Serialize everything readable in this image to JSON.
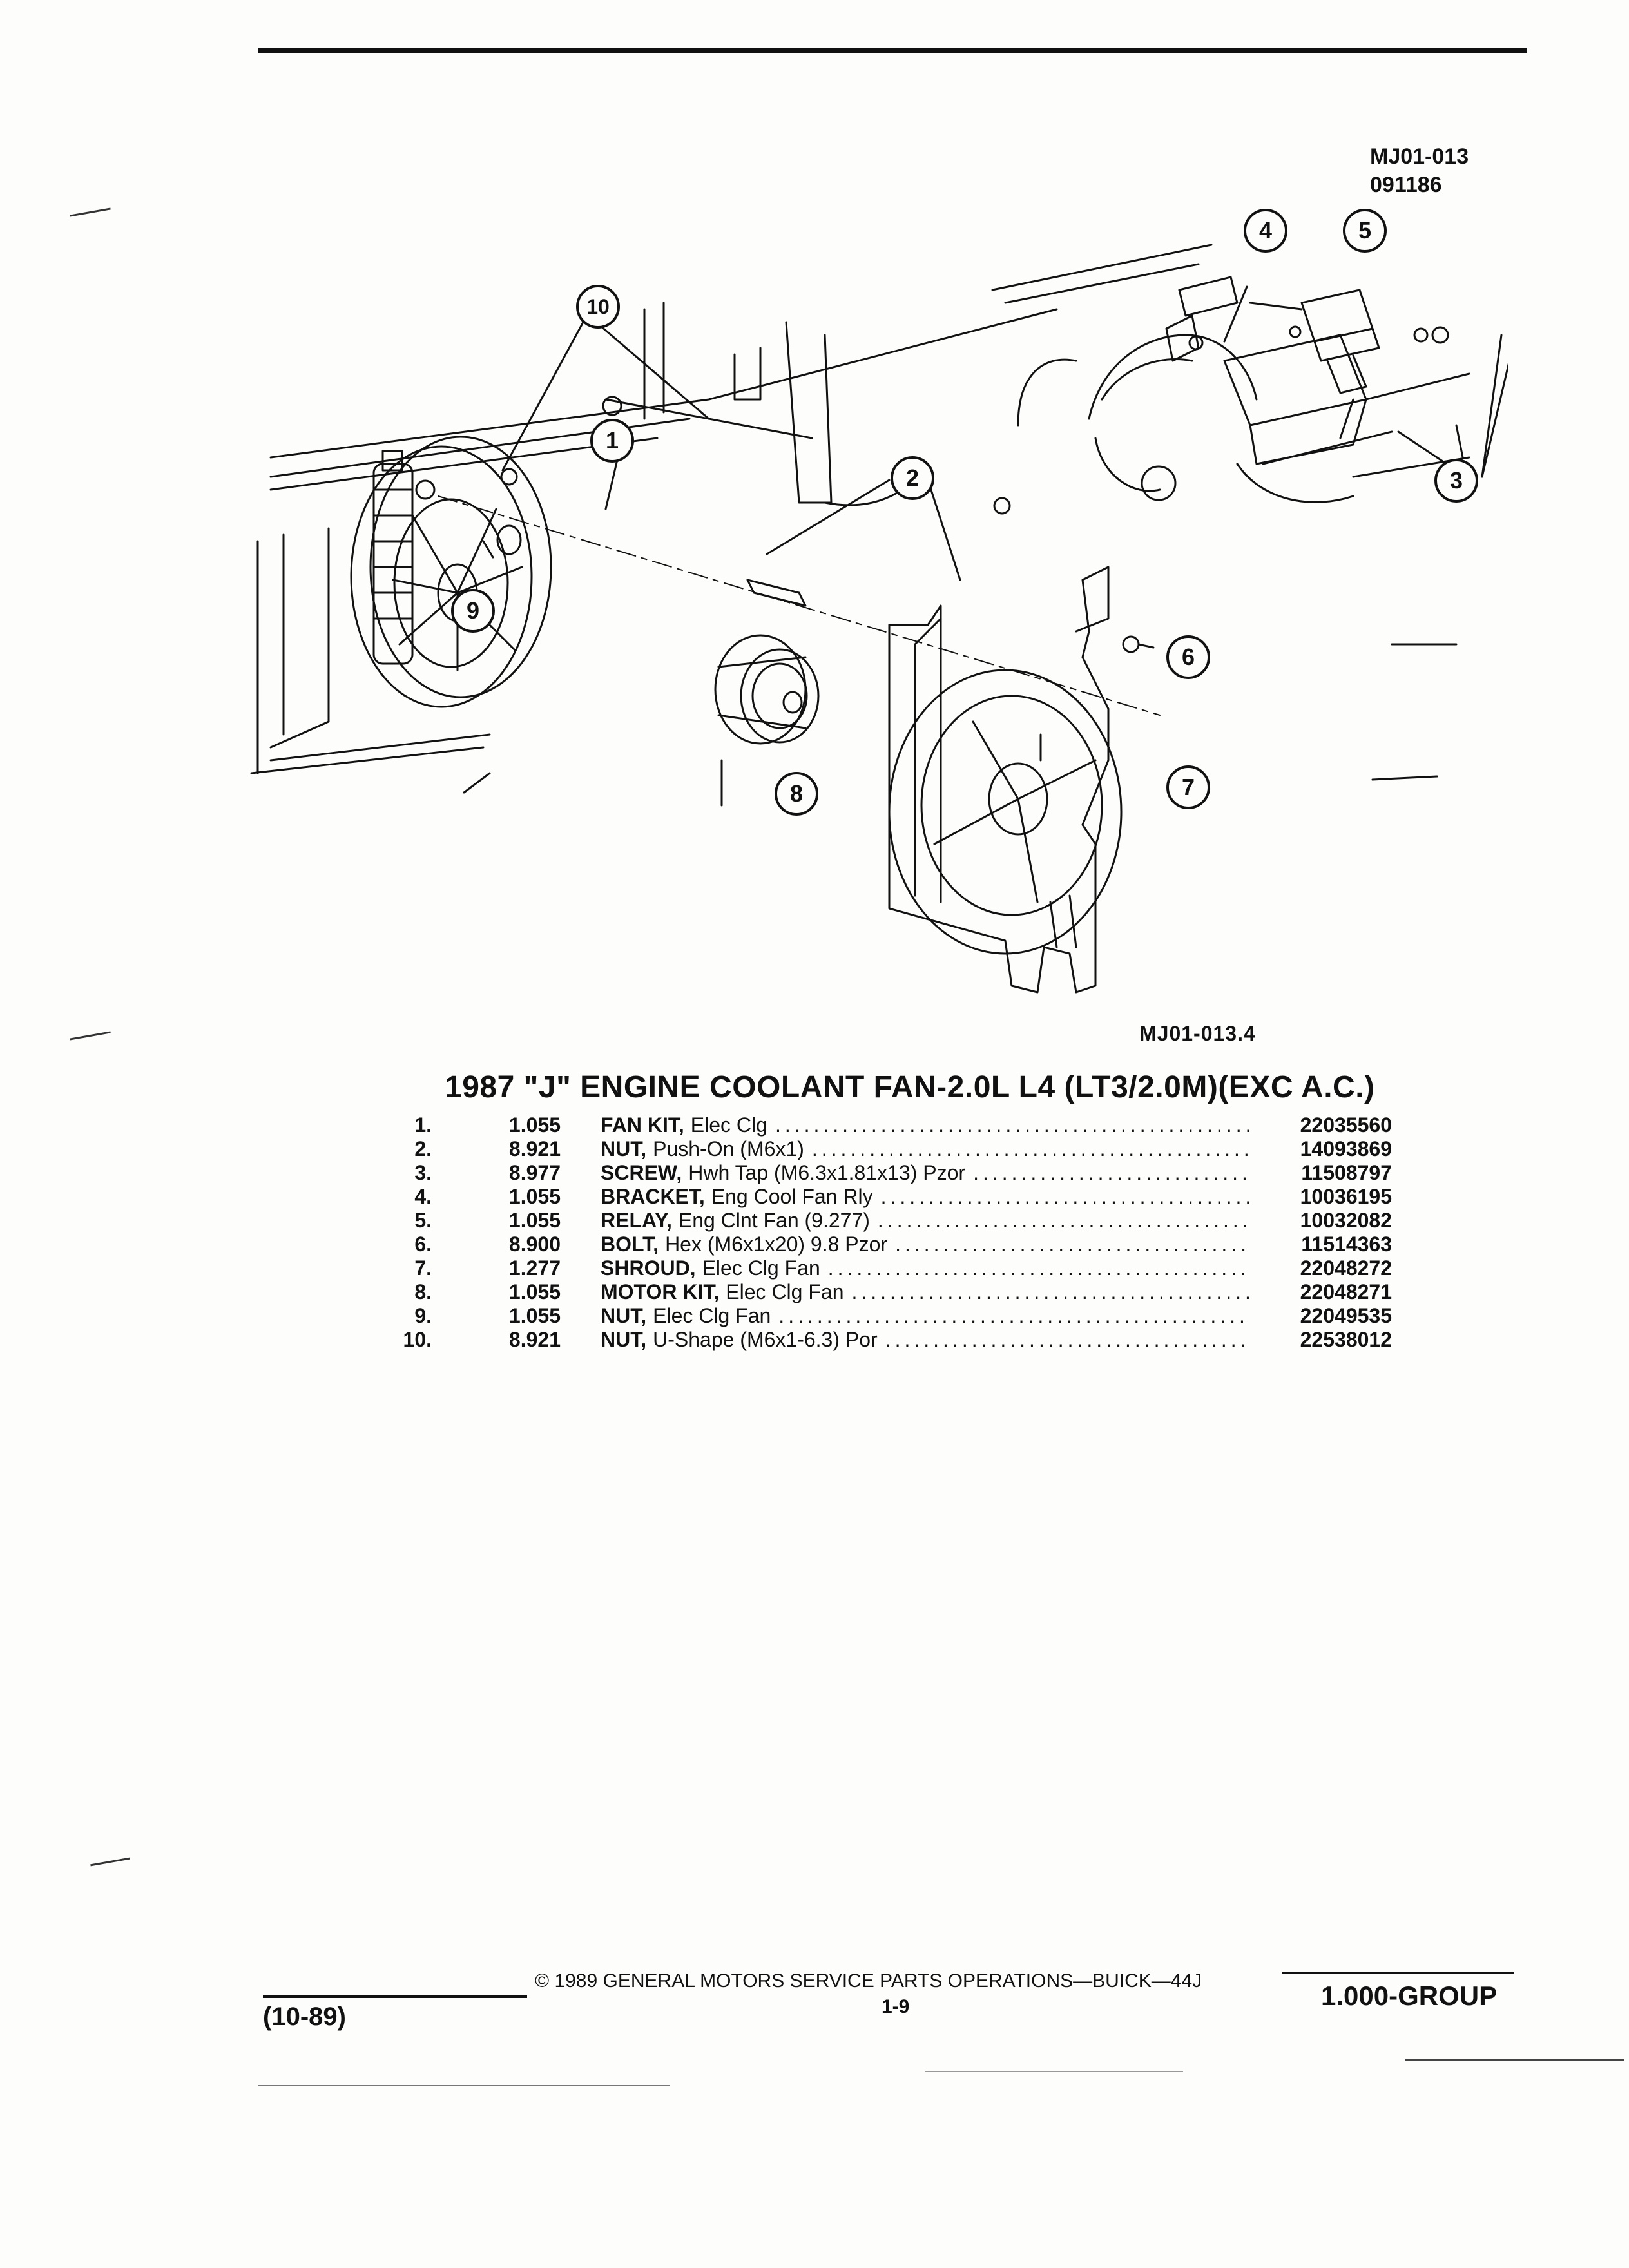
{
  "header": {
    "ref_code": "MJ01-013",
    "ref_date": "091186"
  },
  "figure": {
    "code": "MJ01-013.4",
    "callouts": [
      "1",
      "2",
      "3",
      "4",
      "5",
      "6",
      "7",
      "8",
      "9",
      "10"
    ]
  },
  "section": {
    "title": "1987 \"J\" ENGINE COOLANT FAN-2.0L L4 (LT3/2.0M)(EXC A.C.)"
  },
  "parts": [
    {
      "no": "1.",
      "qty": "1.055",
      "name": "FAN KIT,",
      "detail": "Elec Clg",
      "part": "22035560"
    },
    {
      "no": "2.",
      "qty": "8.921",
      "name": "NUT,",
      "detail": "Push-On (M6x1)",
      "part": "14093869"
    },
    {
      "no": "3.",
      "qty": "8.977",
      "name": "SCREW,",
      "detail": "Hwh Tap (M6.3x1.81x13) Pzor",
      "part": "11508797"
    },
    {
      "no": "4.",
      "qty": "1.055",
      "name": "BRACKET,",
      "detail": "Eng Cool Fan Rly",
      "part": "10036195"
    },
    {
      "no": "5.",
      "qty": "1.055",
      "name": "RELAY,",
      "detail": "Eng Clnt Fan (9.277)",
      "part": "10032082"
    },
    {
      "no": "6.",
      "qty": "8.900",
      "name": "BOLT,",
      "detail": "Hex (M6x1x20) 9.8 Pzor",
      "part": "11514363"
    },
    {
      "no": "7.",
      "qty": "1.277",
      "name": "SHROUD,",
      "detail": "Elec Clg Fan",
      "part": "22048272"
    },
    {
      "no": "8.",
      "qty": "1.055",
      "name": "MOTOR KIT,",
      "detail": "Elec Clg Fan",
      "part": "22048271"
    },
    {
      "no": "9.",
      "qty": "1.055",
      "name": "NUT,",
      "detail": "Elec Clg Fan",
      "part": "22049535"
    },
    {
      "no": "10.",
      "qty": "8.921",
      "name": "NUT,",
      "detail": "U-Shape (M6x1-6.3) Por",
      "part": "22538012"
    }
  ],
  "footer": {
    "copyright": "© 1989 GENERAL MOTORS SERVICE PARTS OPERATIONS—BUICK—44J",
    "page": "1-9",
    "date_code": "(10-89)",
    "group": "1.000-GROUP"
  }
}
